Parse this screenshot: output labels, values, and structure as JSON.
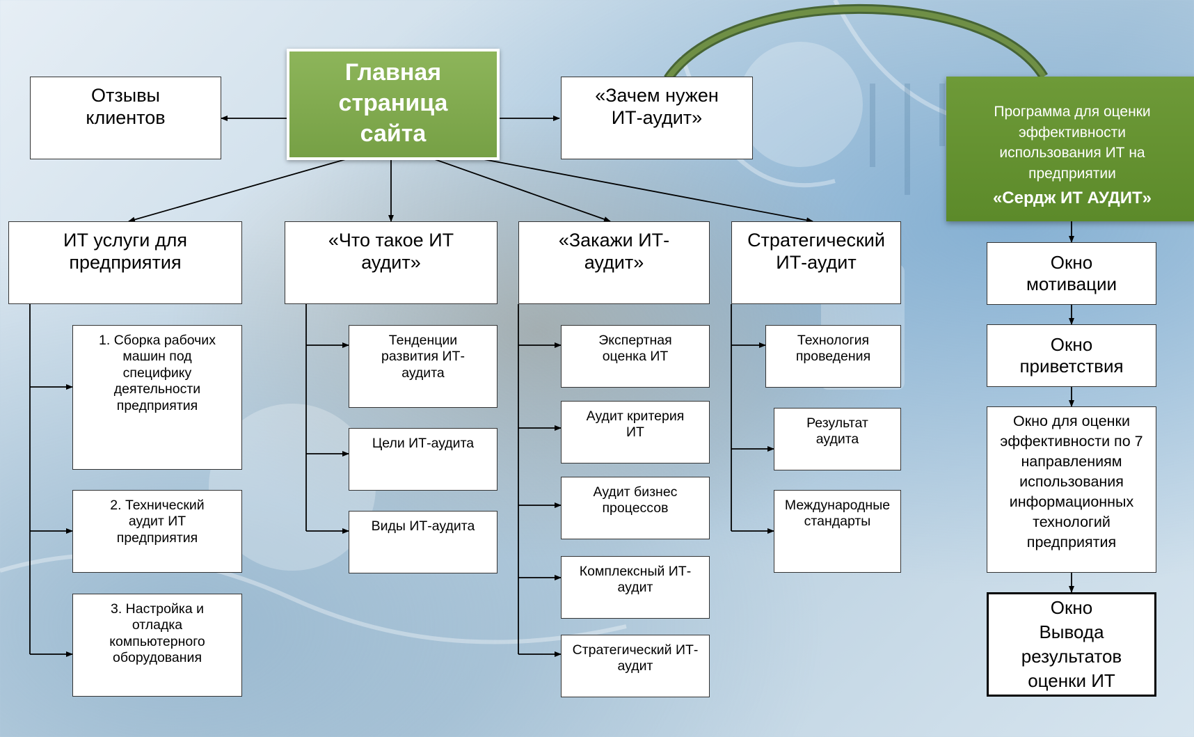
{
  "main": {
    "title": "Главная\nстраница\nсайта"
  },
  "top": {
    "reviews": "Отзывы\nклиентов",
    "why": "«Зачем нужен\nИТ-аудит»",
    "program_text": "Программа для оценки\nэффективности\nиспользования ИТ на\nпредприятии",
    "program_brand": "«Сердж  ИТ АУДИТ»"
  },
  "columns": {
    "services": {
      "title": "ИТ услуги для\nпредприятия",
      "items": [
        "1. Сборка рабочих\nмашин под\nспецифику\nдеятельности\nпредприятия",
        "2. Технический\nаудит ИТ\nпредприятия",
        "3. Настройка и\nотладка\nкомпьютерного\nоборудования"
      ]
    },
    "what": {
      "title": "«Что такое ИТ\nаудит»",
      "items": [
        "Тенденции\nразвития ИТ-\nаудита",
        "Цели ИТ-аудита",
        "Виды ИТ-аудита"
      ]
    },
    "order": {
      "title": "«Закажи ИТ-\nаудит»",
      "items": [
        "Экспертная\nоценка ИТ",
        "Аудит критерия\nИТ",
        "Аудит бизнес\nпроцессов",
        "Комплексный  ИТ-\nаудит",
        "Стратегический  ИТ-\nаудит"
      ]
    },
    "strategic": {
      "title": "Стратегический\nИТ-аудит",
      "items": [
        "Технология\nпроведения",
        "Результат\nаудита",
        "Международные\nстандарты"
      ]
    }
  },
  "program_windows": [
    "Окно\nмотивации",
    "Окно\nприветствия",
    "Окно для оценки\nэффективности по 7\nнаправлениям\nиспользования\nинформационных\nтехнологий\nпредприятия",
    "Окно\nВывода\nрезультатов\nоценки ИТ"
  ],
  "colors": {
    "green": "#7aa548",
    "green_dark": "#5f8c2c",
    "arc": "#4a6a2a"
  }
}
